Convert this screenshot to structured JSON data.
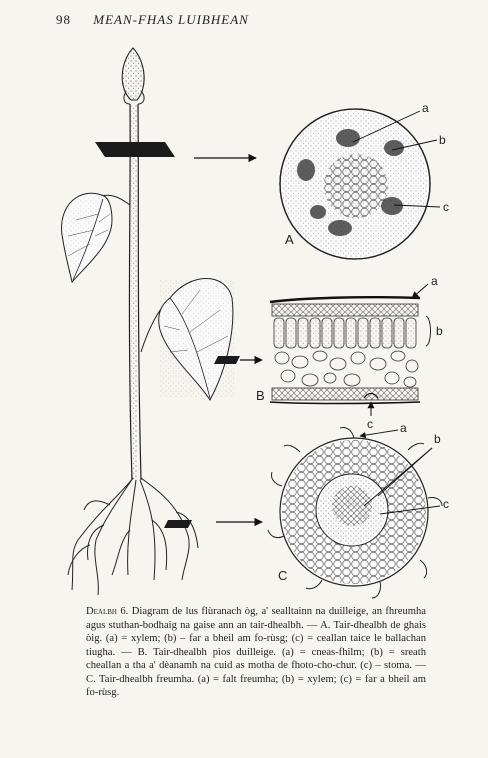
{
  "header": {
    "page_number": "98",
    "running_title": "MEAN-FHAS LUIBHEAN"
  },
  "figure": {
    "panel_labels": {
      "a": "A",
      "b": "B",
      "c": "C"
    },
    "callouts": {
      "a_xylem": "a",
      "a_phloem": "b",
      "a_fibers": "c",
      "b_cuticle": "a",
      "b_palisade": "b",
      "b_stoma": "c",
      "c_hair": "a",
      "c_xylem": "b",
      "c_phloem": "c"
    }
  },
  "caption": {
    "lead": "Dealbh 6.",
    "body": "Diagram de lus flùranach òg, a' sealltainn na duilleige, an fhreumha agus stuthan-bodhaig na gaise ann an tair-dhealbh. — A. Tair-dhealbh de ghais òig. (a) = xylem; (b) – far a bheil am fo-rùsg; (c) = ceallan taice le ballachan tiugha. — B. Tair-dhealbh pìos duilleige. (a) = cneas-fhilm; (b) = sreath cheallan a tha a' dèanamh na cuid as motha de fhoto-cho-chur. (c) – stoma. — C. Tair-dhealbh freumha. (a) = falt freumha; (b) = xylem; (c) = far a bheil am fo-rùsg."
  }
}
